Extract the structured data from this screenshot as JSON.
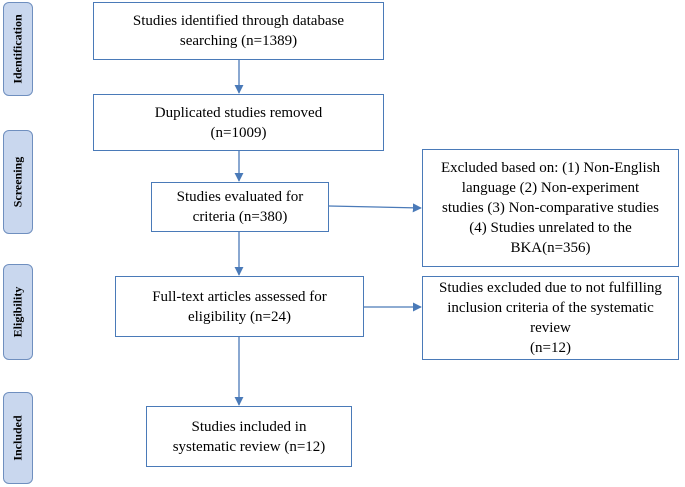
{
  "phases": {
    "identification": "Identification",
    "screening": "Screening",
    "eligibility": "Eligibility",
    "included": "Included"
  },
  "boxes": {
    "identified": "Studies identified through database\nsearching (n=1389)",
    "duplicates_removed": "Duplicated studies removed\n(n=1009)",
    "evaluated": "Studies evaluated for\ncriteria (n=380)",
    "excluded_screening": "Excluded based on:  (1) Non-English\nlanguage (2) Non-experiment\nstudies (3) Non-comparative studies\n(4) Studies unrelated to the\nBKA(n=356)",
    "full_text": "Full-text articles assessed for\neligibility (n=24)",
    "excluded_eligibility": "Studies excluded due to not fulfilling\ninclusion criteria of the systematic\nreview\n(n=12)",
    "included": "Studies included in\nsystematic review (n=12)"
  },
  "colors": {
    "phase_fill": "#c9d7ee",
    "phase_border": "#6f8fbf",
    "box_border": "#4a7ab8",
    "arrow": "#4a7ab8"
  }
}
